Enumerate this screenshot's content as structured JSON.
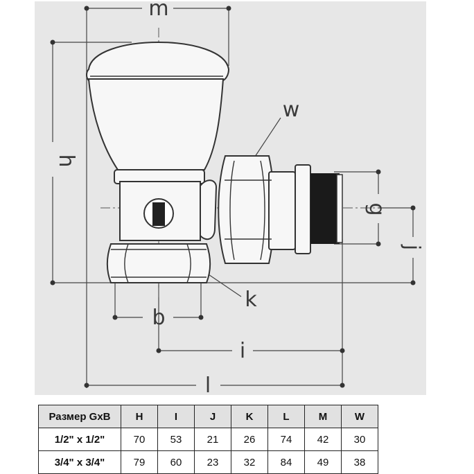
{
  "diagram": {
    "labels": {
      "m": "m",
      "h": "h",
      "w": "w",
      "g": "g",
      "j": "j",
      "k": "k",
      "b": "b",
      "i": "i",
      "l": "l"
    },
    "colors": {
      "background": "#e7e7e7",
      "line": "#333333",
      "body": "#f7f7f7",
      "thread": "#1a1a1a"
    }
  },
  "table": {
    "headers": [
      "Размер GxB",
      "H",
      "I",
      "J",
      "K",
      "L",
      "M",
      "W"
    ],
    "rows": [
      [
        "1/2\" x 1/2\"",
        "70",
        "53",
        "21",
        "26",
        "74",
        "42",
        "30"
      ],
      [
        "3/4\" x 3/4\"",
        "79",
        "60",
        "23",
        "32",
        "84",
        "49",
        "38"
      ]
    ],
    "header_bg": "#e1e1e1"
  }
}
